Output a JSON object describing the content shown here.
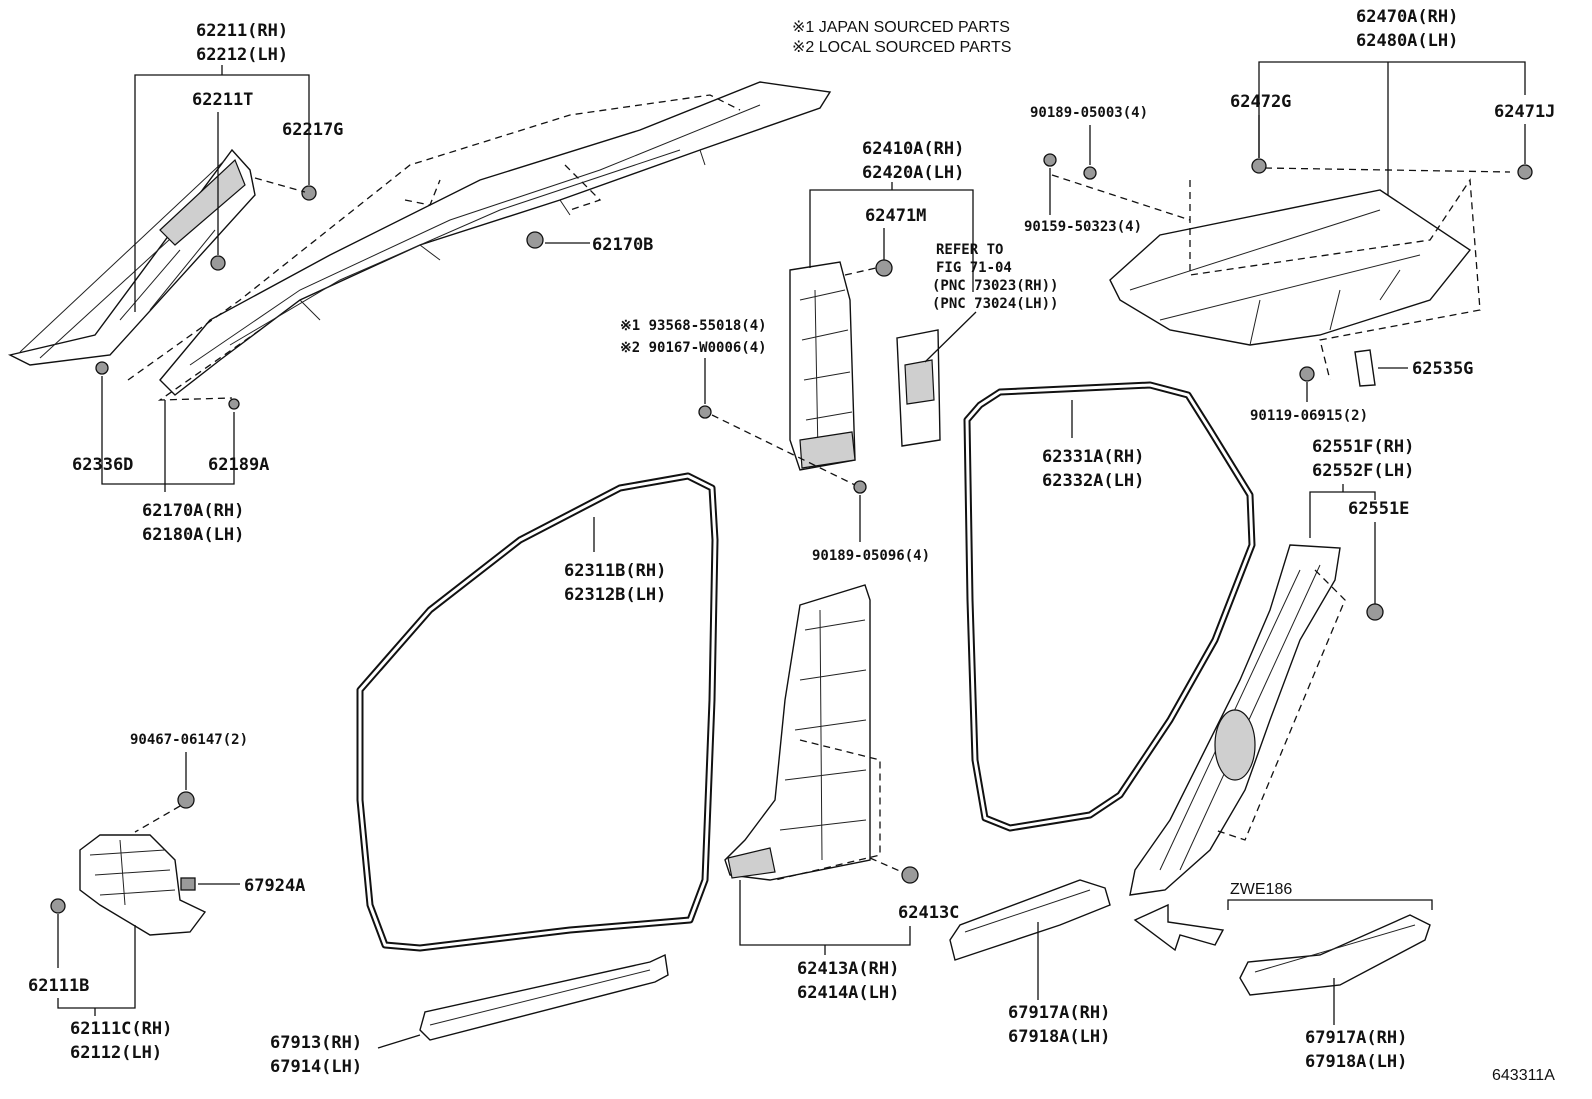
{
  "notes": {
    "japan": "※1 JAPAN SOURCED PARTS",
    "local": "※2 LOCAL SOURCED PARTS"
  },
  "figure_id": "643311A",
  "variant_label": "ZWE186",
  "labels": {
    "p62211_rh": "62211(RH)",
    "p62212_lh": "62212(LH)",
    "p62211t": "62211T",
    "p62217g": "62217G",
    "p62170b": "62170B",
    "p62336d": "62336D",
    "p62189a": "62189A",
    "p62170a_rh": "62170A(RH)",
    "p62180a_lh": "62180A(LH)",
    "p62410a_rh": "62410A(RH)",
    "p62420a_lh": "62420A(LH)",
    "p62471m": "62471M",
    "refer_1": "REFER TO",
    "refer_2": "FIG 71-04",
    "refer_3": "(PNC 73023(RH))",
    "refer_4": "(PNC 73024(LH))",
    "p90189_05003": "90189-05003(4)",
    "p90159_50323": "90159-50323(4)",
    "p62472g": "62472G",
    "p62470a_rh": "62470A(RH)",
    "p62480a_lh": "62480A(LH)",
    "p62471j": "62471J",
    "p93568": "※1 93568-55018(4)",
    "p90167": "※2 90167-W0006(4)",
    "p62535g": "62535G",
    "p90119": "90119-06915(2)",
    "p62331a_rh": "62331A(RH)",
    "p62332a_lh": "62332A(LH)",
    "p62551f_rh": "62551F(RH)",
    "p62552f_lh": "62552F(LH)",
    "p62551e": "62551E",
    "p62311b_rh": "62311B(RH)",
    "p62312b_lh": "62312B(LH)",
    "p90189_05096": "90189-05096(4)",
    "p90467": "90467-06147(2)",
    "p67924a": "67924A",
    "p62111b": "62111B",
    "p62111c_rh": "62111C(RH)",
    "p62112_lh": "62112(LH)",
    "p62413c": "62413C",
    "p62413a_rh": "62413A(RH)",
    "p62414a_lh": "62414A(LH)",
    "p67913_rh": "67913(RH)",
    "p67914_lh": "67914(LH)",
    "p67917a_rh_1": "67917A(RH)",
    "p67918a_lh_1": "67918A(LH)",
    "p67917a_rh_2": "67917A(RH)",
    "p67918a_lh_2": "67918A(LH)"
  }
}
